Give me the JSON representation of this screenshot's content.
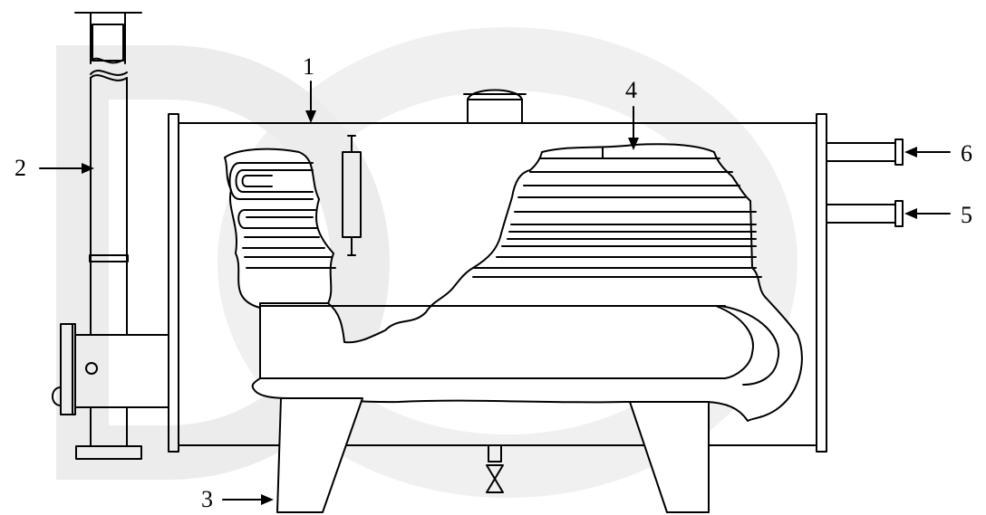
{
  "figure": {
    "callouts": [
      {
        "id": "1",
        "text": "1"
      },
      {
        "id": "2",
        "text": "2"
      },
      {
        "id": "3",
        "text": "3"
      },
      {
        "id": "4",
        "text": "4"
      },
      {
        "id": "5",
        "text": "5"
      },
      {
        "id": "6",
        "text": "6"
      }
    ]
  },
  "colors": {
    "line": "#000000",
    "background": "#ffffff",
    "watermark": "#ececec"
  }
}
